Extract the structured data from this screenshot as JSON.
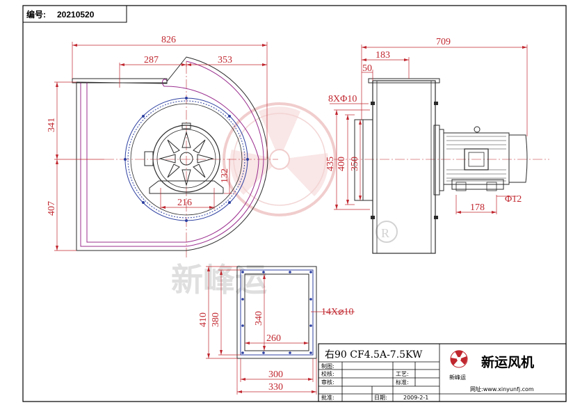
{
  "header": {
    "code_label": "编号:",
    "code_value": "20210520"
  },
  "front_view": {
    "dims": {
      "overall_width": "826",
      "outlet_left": "287",
      "outlet_right": "353",
      "height_top": "341",
      "height_bottom": "407",
      "base_width": "216",
      "base_height": "132"
    }
  },
  "side_view": {
    "dims": {
      "overall_length": "709",
      "flange_offset": "183",
      "flange_thickness": "50",
      "flange_holes": "8XΦ10",
      "h435": "435",
      "h400": "400",
      "h350": "350",
      "motor_base": "178",
      "motor_hole": "Φ12"
    }
  },
  "outlet_view": {
    "dims": {
      "outer_h": "410",
      "mid_h": "380",
      "inner_h": "340",
      "inner_w": "260",
      "mid_w": "300",
      "outer_w": "330",
      "holes": "14X⌀10"
    }
  },
  "watermark": {
    "text": "新峰运",
    "registered": "R"
  },
  "title_block": {
    "model": "右90  CF4.5A-7.5KW",
    "brand": "新运风机",
    "logo_text": "新峰运",
    "website": "网址:www.xinyunfj.com",
    "labels": {
      "drawn": "制图:",
      "proof": "校核:",
      "review": "审核:",
      "process": "工艺:",
      "standard": "标准:",
      "approve": "批准:",
      "date": "日期:"
    },
    "date": "2009-2-1"
  }
}
